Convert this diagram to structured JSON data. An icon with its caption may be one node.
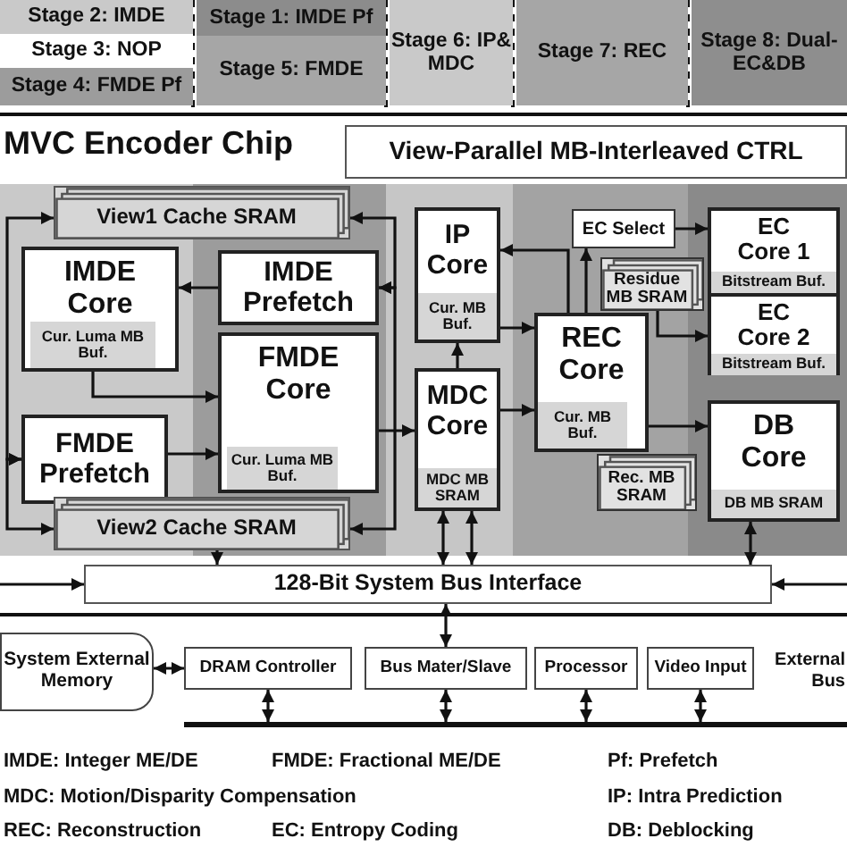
{
  "diagram": {
    "title": "MVC Encoder Chip",
    "nodes": [
      {
        "text": [
          "Stage 2: IMDE"
        ]
      },
      {
        "text": [
          "Stage 3: NOP"
        ]
      },
      {
        "text": [
          "Stage 4: FMDE Pf"
        ]
      },
      {
        "text": [
          "Stage 1: IMDE Pf"
        ]
      },
      {
        "text": [
          "Stage 5: FMDE"
        ]
      },
      {
        "text": [
          "Stage 6: IP& MDC"
        ]
      },
      {
        "text": [
          "Stage 7: REC"
        ]
      },
      {
        "text": [
          "Stage 8: Dual-EC&DB"
        ]
      },
      {
        "text": [
          "View-Parallel MB-Interleaved CTRL"
        ]
      },
      {
        "text": [
          "View1 Cache SRAM"
        ]
      },
      {
        "text": [
          "IMDE Core"
        ]
      },
      {
        "text": [
          "Cur. Luma MB Buf."
        ],
        "in": 10
      },
      {
        "text": [
          "IMDE Prefetch"
        ]
      },
      {
        "text": [
          "FMDE Prefetch"
        ]
      },
      {
        "text": [
          "FMDE Core"
        ]
      },
      {
        "text": [
          "Cur. Luma MB Buf."
        ],
        "in": 14
      },
      {
        "text": [
          "View2 Cache SRAM"
        ]
      },
      {
        "text": [
          "IP Core"
        ]
      },
      {
        "text": [
          "Cur. MB Buf."
        ],
        "in": 17
      },
      {
        "text": [
          "MDC Core"
        ]
      },
      {
        "text": [
          "MDC MB SRAM"
        ],
        "in": 19
      },
      {
        "text": [
          "EC Select"
        ]
      },
      {
        "text": [
          "Residue MB SRAM"
        ]
      },
      {
        "text": [
          "EC Core 1"
        ]
      },
      {
        "text": [
          "Bitstream Buf."
        ],
        "in": 23
      },
      {
        "text": [
          "EC Core 2"
        ]
      },
      {
        "text": [
          "Bitstream Buf."
        ],
        "in": 25
      },
      {
        "text": [
          "REC Core"
        ]
      },
      {
        "text": [
          "Cur. MB Buf."
        ],
        "in": 27
      },
      {
        "text": [
          "Rec. MB SRAM"
        ]
      },
      {
        "text": [
          "DB Core"
        ]
      },
      {
        "text": [
          "DB MB SRAM"
        ],
        "in": 30
      },
      {
        "text": [
          "128-Bit System Bus Interface"
        ]
      },
      {
        "text": [
          "System External Memory"
        ]
      },
      {
        "text": [
          "DRAM Controller"
        ]
      },
      {
        "text": [
          "Bus Mater/Slave"
        ]
      },
      {
        "text": [
          "Processor"
        ]
      },
      {
        "text": [
          "Video Input"
        ]
      },
      {
        "text": [],
        "shape": "bar",
        "beside": [
          "External Bus"
        ]
      }
    ],
    "edges": [
      {
        "from": 12,
        "to": 10,
        "arrow": "to"
      },
      {
        "from": 10,
        "to": 14,
        "arrow": "to"
      },
      {
        "from": 13,
        "to": 14,
        "arrow": "to"
      },
      {
        "from": 14,
        "to": 19,
        "arrow": "to"
      },
      {
        "from": 19,
        "to": 17,
        "arrow": "to"
      },
      {
        "from": 19,
        "to": 27,
        "arrow": "to"
      },
      {
        "from": 17,
        "to": 27,
        "arrow": "to"
      },
      {
        "from": 27,
        "to": 17,
        "arrow": "to"
      },
      {
        "from": 27,
        "to": 21,
        "arrow": "to"
      },
      {
        "from": 21,
        "to": 23,
        "arrow": "to"
      },
      {
        "from": 22,
        "to": 25,
        "arrow": "to"
      },
      {
        "from": 27,
        "to": 30,
        "arrow": "to"
      },
      {
        "from": 9,
        "to": 12,
        "arrow": "both"
      },
      {
        "from": 16,
        "to": 12,
        "arrow": "both"
      },
      {
        "from": 9,
        "to": 13,
        "arrow": "both"
      },
      {
        "from": 16,
        "to": 13,
        "arrow": "both"
      },
      {
        "from": 16,
        "to": 32,
        "arrow": "to"
      },
      {
        "from": 19,
        "to": 32,
        "arrow": "both"
      },
      {
        "from": 19,
        "to": 32,
        "arrow": "both"
      },
      {
        "from": 30,
        "to": 32,
        "arrow": "both"
      },
      {
        "from": null,
        "to": 32,
        "arrow": "to"
      },
      {
        "from": null,
        "to": 32,
        "arrow": "to"
      },
      {
        "from": 32,
        "to": 35,
        "arrow": "both"
      },
      {
        "from": 33,
        "to": 34,
        "arrow": "both"
      },
      {
        "from": 34,
        "to": 38,
        "arrow": "both"
      },
      {
        "from": 35,
        "to": 38,
        "arrow": "both"
      },
      {
        "from": 36,
        "to": 38,
        "arrow": "both"
      },
      {
        "from": 37,
        "to": 38,
        "arrow": "both"
      }
    ],
    "labels": [
      "IMDE: Integer ME/DE",
      "FMDE: Fractional ME/DE",
      "Pf: Prefetch",
      "MDC: Motion/Disparity Compensation",
      "IP: Intra Prediction",
      "REC: Reconstruction",
      "EC: Entropy Coding",
      "DB: Deblocking"
    ]
  }
}
